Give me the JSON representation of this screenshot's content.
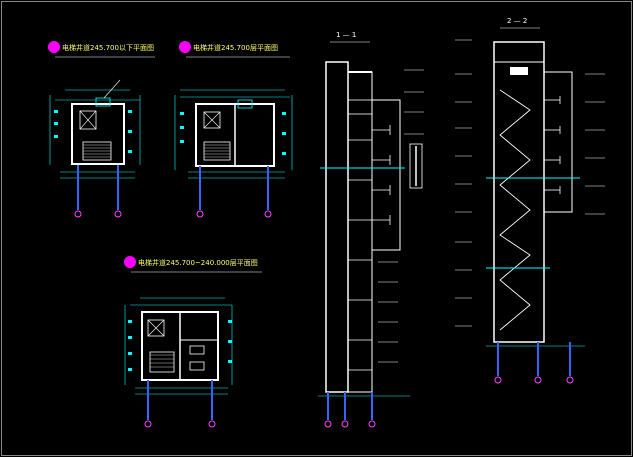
{
  "drawing": {
    "background": "#000000",
    "colors": {
      "wall": "#ffffff",
      "dimension": "#00ffff",
      "title_badge": "#ff00ff",
      "magenta_axis": "#ff44ff",
      "blue_axis": "#3366ff",
      "title_text": "#ffff66"
    },
    "plans": [
      {
        "id": "plan-a",
        "title": "电梯井道245.700以下平面图"
      },
      {
        "id": "plan-b",
        "title": "电梯井道245.700层平面图"
      },
      {
        "id": "plan-c",
        "title": "电梯井道245.700~240.000层平面图"
      }
    ],
    "sections": [
      {
        "id": "section-1",
        "title": "1 — 1"
      },
      {
        "id": "section-2",
        "title": "2 — 2"
      }
    ]
  }
}
